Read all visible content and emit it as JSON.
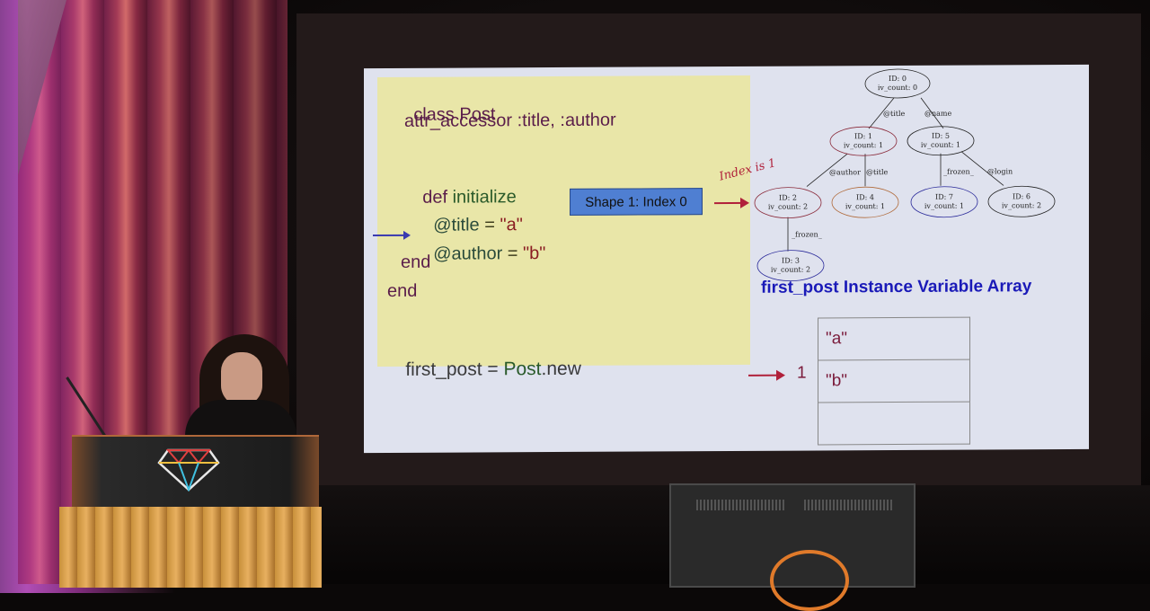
{
  "slide": {
    "code": {
      "class_kw": "class",
      "class_name": "Post",
      "accessor": "attr_accessor :title, :author",
      "def_kw": "def",
      "def_name": "initialize",
      "title_ivar": "@title",
      "title_eq": " = ",
      "title_val": "\"a\"",
      "author_ivar": "@author",
      "author_eq": " = ",
      "author_val": "\"b\"",
      "end_inner": "end",
      "end_outer": "end",
      "first_post_lhs": "first_post = ",
      "first_post_cls": "Post",
      "first_post_rhs": ".new"
    },
    "shape_label": "Shape 1: Index 0",
    "index_note": "Index is 1",
    "tree": {
      "nodes": [
        {
          "id": "ID: 0",
          "count": "iv_count: 0"
        },
        {
          "id": "ID: 1",
          "count": "iv_count: 1"
        },
        {
          "id": "ID: 5",
          "count": "iv_count: 1"
        },
        {
          "id": "ID: 2",
          "count": "iv_count: 2"
        },
        {
          "id": "ID: 4",
          "count": "iv_count: 1"
        },
        {
          "id": "ID: 7",
          "count": "iv_count: 1"
        },
        {
          "id": "ID: 6",
          "count": "iv_count: 2"
        },
        {
          "id": "ID: 3",
          "count": "iv_count: 2"
        }
      ],
      "edges": [
        "@title",
        "@name",
        "@author",
        "@title",
        "_frozen_",
        "@login",
        "_frozen_"
      ]
    },
    "ivar_array_title": "first_post Instance Variable Array",
    "ivar_array": [
      "\"a\"",
      "\"b\"",
      ""
    ],
    "ivar_index_label": "1"
  }
}
